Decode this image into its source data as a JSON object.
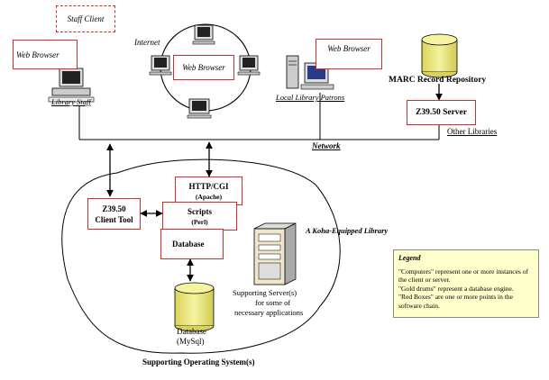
{
  "labels": {
    "staff_client": "Staff Client",
    "web_browser_left": "Web Browser",
    "library_staff": "Library Staff",
    "internet": "Internet",
    "web_browser_center": "Web Browser",
    "web_browser_right": "Web Browser",
    "local_patrons": "Local Library Patrons",
    "marc_repository": "MARC Record Repository",
    "z3950_server": "Z39.50 Server",
    "other_libraries": "Other Libraries",
    "network": "Network",
    "http_cgi": "HTTP/CGI",
    "apache": "(Apache)",
    "z3950_client_l1": "Z39.50",
    "z3950_client_l2": "Client Tool",
    "scripts": "Scripts",
    "perl": "(Perl)",
    "database_box": "Database",
    "koha_library": "A Koha-Equipped Library",
    "supporting_server_l1": "Supporting Server(s)",
    "supporting_server_l2": "for some of",
    "supporting_server_l3": "necessary applications",
    "database_drum": "Database",
    "mysql": "(MySql)",
    "supporting_os": "Supporting Operating System(s)"
  },
  "legend": {
    "title": "Legend",
    "line1": "\"Computers\" represent one or more instances of the client or server.",
    "line2": "\"Gold drums\" represent a database engine.",
    "line3": "\"Red Boxes\" are one or more points in the software chain."
  },
  "colors": {
    "red_box": "#d42b2b",
    "gold_drum": "#f0ee8c",
    "legend_bg": "#ffffcc"
  },
  "icons": [
    "desktop-computer-icon",
    "tower-computer-icon",
    "server-icon",
    "database-drum-icon"
  ]
}
